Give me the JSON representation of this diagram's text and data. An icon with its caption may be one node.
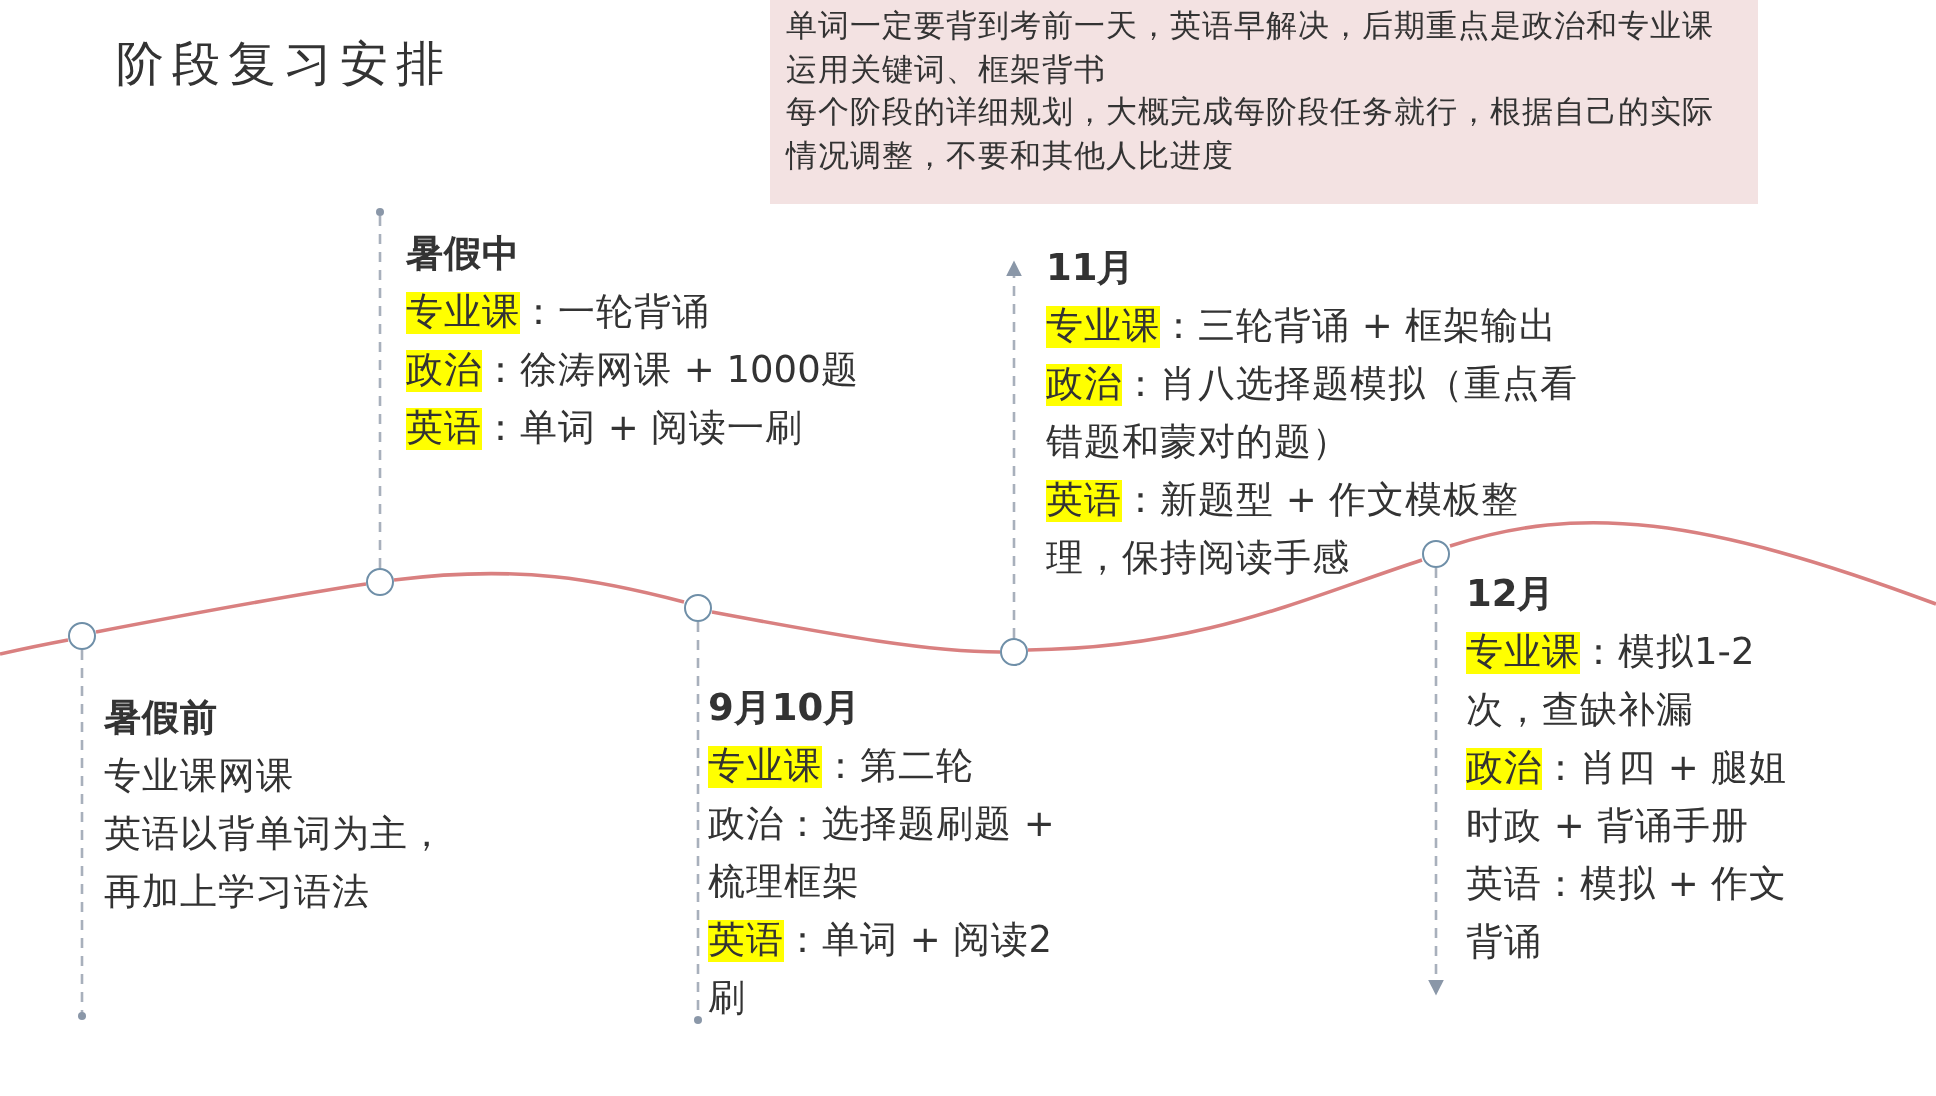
{
  "diagram": {
    "title": "阶段复习安排",
    "nodes": [
      {
        "text": [
          "单词一定要背到考前一天，英语早解决，后期重点是政治和专业课",
          "运用关键词、框架背书",
          "每个阶段的详细规划，大概完成每阶段任务就行，根据自己的实际情况调整，不要和其他人比进度"
        ]
      },
      {
        "text": [],
        "shape": "circle",
        "beside": [
          "暑假前",
          "专业课网课",
          "英语以背单词为主，再加上学习语法"
        ]
      },
      {
        "text": [],
        "shape": "circle",
        "beside": [
          "暑假中",
          "**专业课**：一轮背诵",
          "**政治**：徐涛网课 + 1000题",
          "**英语**：单词 + 阅读一刷"
        ]
      },
      {
        "text": [],
        "shape": "circle",
        "beside": [
          "9月10月",
          "**专业课**：第二轮",
          "政治：选择题刷题 + 梳理框架",
          "**英语**：单词 + 阅读2刷"
        ]
      },
      {
        "text": [],
        "shape": "circle",
        "beside": [
          "11月",
          "**专业课**：三轮背诵 + 框架输出",
          "**政治**：肖八选择题模拟（重点看错题和蒙对的题）",
          "**英语**：新题型 + 作文模板整理，保持阅读手感"
        ]
      },
      {
        "text": [],
        "shape": "circle",
        "beside": [
          "12月",
          "**专业课**：模拟1-2次，查缺补漏",
          "**政治**：肖四 + 腿姐时政 + 背诵手册",
          "英语：模拟 + 作文背诵"
        ]
      }
    ],
    "edges": [
      {
        "from": null,
        "to": 1,
        "arrow": "none",
        "color": "#d98080"
      },
      {
        "from": 1,
        "to": 2,
        "arrow": "none",
        "color": "#d98080"
      },
      {
        "from": 2,
        "to": 3,
        "arrow": "none",
        "color": "#d98080"
      },
      {
        "from": 3,
        "to": 4,
        "arrow": "none",
        "color": "#d98080"
      },
      {
        "from": 4,
        "to": 5,
        "arrow": "none",
        "color": "#d98080"
      },
      {
        "from": 5,
        "to": null,
        "arrow": "none",
        "color": "#d98080"
      },
      {
        "from": 1,
        "to": null,
        "arrow": "other",
        "style": "dashed"
      },
      {
        "from": 2,
        "to": null,
        "arrow": "other",
        "style": "dashed"
      },
      {
        "from": 3,
        "to": null,
        "arrow": "other",
        "style": "dashed"
      },
      {
        "from": 4,
        "to": null,
        "arrow": "to",
        "style": "dashed"
      },
      {
        "from": 5,
        "to": null,
        "arrow": "to",
        "style": "dashed"
      }
    ]
  }
}
